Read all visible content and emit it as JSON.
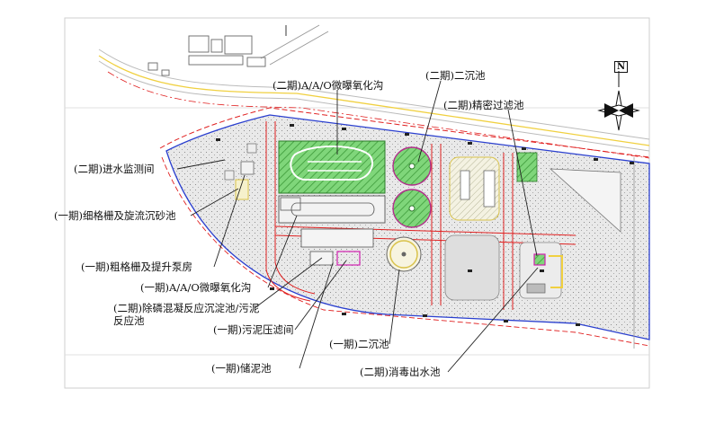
{
  "labels": {
    "aao_phase2": "(二期)A/A/O微曝氧化沟",
    "sec_clarifier_phase2": "(二期)二沉池",
    "fine_filter_phase2": "(二期)精密过滤池",
    "inlet_monitor_phase2": "(二期)进水监测间",
    "fine_screen_phase1": "(一期)细格栅及旋流沉砂池",
    "coarse_screen_phase1": "(一期)粗格栅及提升泵房",
    "aao_phase1": "(一期)A/A/O微曝氧化沟",
    "phosphorus_removal_line1": "(二期)除磷混凝反应沉淀池/污泥",
    "phosphorus_removal_line2": "反应池",
    "sludge_press_phase1": "(一期)污泥压滤间",
    "sec_clarifier_phase1": "(一期)二沉池",
    "sludge_storage_phase1": "(一期)储泥池",
    "disinfection_phase2": "(二期)消毒出水池"
  },
  "north_arrow": {
    "letter": "N",
    "icon": "north-arrow-icon"
  },
  "colors": {
    "aao_fill": "#7fd67a",
    "boundary_red": "#e02020",
    "road_yellow": "#f0d040",
    "road_blue": "#2a3fcf",
    "site_fill": "#e6e6e6",
    "sludge_box": "#d020b0"
  }
}
